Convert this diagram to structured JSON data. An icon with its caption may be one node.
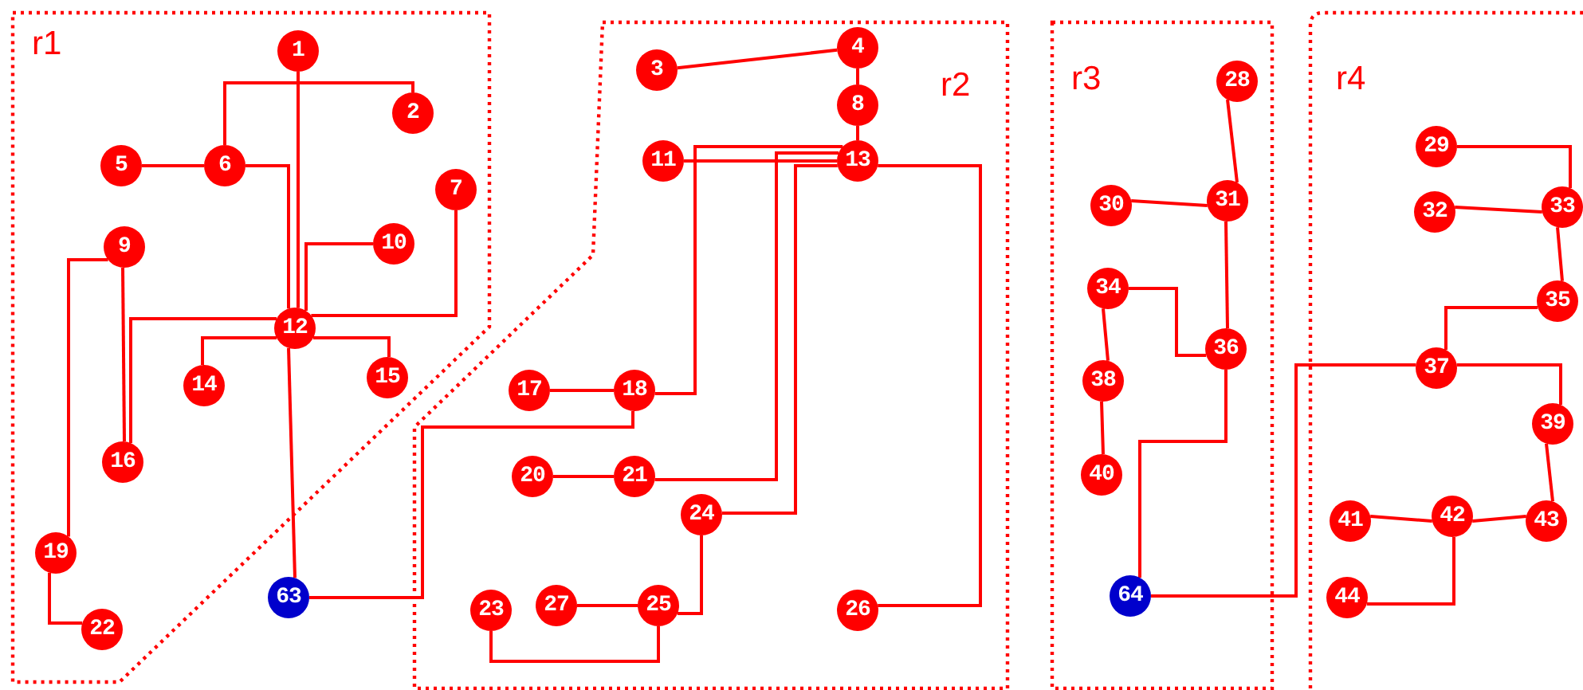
{
  "diagram": {
    "nodes": [
      {
        "text": [
          "r1"
        ]
      },
      {
        "text": [
          "r2"
        ]
      },
      {
        "text": [
          "r3"
        ]
      },
      {
        "text": [
          "r4"
        ]
      },
      {
        "text": [
          "1"
        ],
        "in": 0
      },
      {
        "text": [
          "2"
        ],
        "in": 0
      },
      {
        "text": [
          "3"
        ],
        "in": 1
      },
      {
        "text": [
          "4"
        ],
        "in": 1
      },
      {
        "text": [
          "5"
        ],
        "in": 0
      },
      {
        "text": [
          "6"
        ],
        "in": 0
      },
      {
        "text": [
          "7"
        ],
        "in": 0
      },
      {
        "text": [
          "8"
        ],
        "in": 1
      },
      {
        "text": [
          "9"
        ],
        "in": 0
      },
      {
        "text": [
          "10"
        ],
        "in": 0
      },
      {
        "text": [
          "11"
        ],
        "in": 1
      },
      {
        "text": [
          "12"
        ],
        "in": 0
      },
      {
        "text": [
          "13"
        ],
        "in": 1
      },
      {
        "text": [
          "14"
        ],
        "in": 0
      },
      {
        "text": [
          "15"
        ],
        "in": 0
      },
      {
        "text": [
          "16"
        ],
        "in": 0
      },
      {
        "text": [
          "17"
        ],
        "in": 1
      },
      {
        "text": [
          "18"
        ],
        "in": 1
      },
      {
        "text": [
          "19"
        ],
        "in": 0
      },
      {
        "text": [
          "20"
        ],
        "in": 1
      },
      {
        "text": [
          "21"
        ],
        "in": 1
      },
      {
        "text": [
          "22"
        ],
        "in": 0
      },
      {
        "text": [
          "23"
        ],
        "in": 1
      },
      {
        "text": [
          "24"
        ],
        "in": 1
      },
      {
        "text": [
          "25"
        ],
        "in": 1
      },
      {
        "text": [
          "26"
        ],
        "in": 1
      },
      {
        "text": [
          "27"
        ],
        "in": 1
      },
      {
        "text": [
          "28"
        ],
        "in": 2
      },
      {
        "text": [
          "29"
        ],
        "in": 3
      },
      {
        "text": [
          "30"
        ],
        "in": 2
      },
      {
        "text": [
          "31"
        ],
        "in": 2
      },
      {
        "text": [
          "32"
        ],
        "in": 3
      },
      {
        "text": [
          "33"
        ],
        "in": 3
      },
      {
        "text": [
          "34"
        ],
        "in": 2
      },
      {
        "text": [
          "35"
        ],
        "in": 3
      },
      {
        "text": [
          "36"
        ],
        "in": 2
      },
      {
        "text": [
          "37"
        ],
        "in": 3
      },
      {
        "text": [
          "38"
        ],
        "in": 2
      },
      {
        "text": [
          "39"
        ],
        "in": 3
      },
      {
        "text": [
          "40"
        ],
        "in": 2
      },
      {
        "text": [
          "41"
        ],
        "in": 3
      },
      {
        "text": [
          "42"
        ],
        "in": 3
      },
      {
        "text": [
          "43"
        ],
        "in": 3
      },
      {
        "text": [
          "44"
        ],
        "in": 3
      },
      {
        "text": [
          "63"
        ]
      },
      {
        "text": [
          "64"
        ],
        "in": 2
      }
    ],
    "edges": [
      {
        "from": 4,
        "to": 15,
        "arrow": "none"
      },
      {
        "from": 9,
        "to": 5,
        "arrow": "none"
      },
      {
        "from": 8,
        "to": 9,
        "arrow": "none"
      },
      {
        "from": 9,
        "to": 15,
        "arrow": "none"
      },
      {
        "from": 13,
        "to": 15,
        "arrow": "none"
      },
      {
        "from": 10,
        "to": 15,
        "arrow": "none"
      },
      {
        "from": 15,
        "to": 19,
        "arrow": "none"
      },
      {
        "from": 12,
        "to": 19,
        "arrow": "none"
      },
      {
        "from": 12,
        "to": 22,
        "arrow": "none"
      },
      {
        "from": 22,
        "to": 25,
        "arrow": "none"
      },
      {
        "from": 15,
        "to": 17,
        "arrow": "none"
      },
      {
        "from": 15,
        "to": 18,
        "arrow": "none"
      },
      {
        "from": 15,
        "to": 48,
        "arrow": "none"
      },
      {
        "from": 48,
        "to": 21,
        "arrow": "none"
      },
      {
        "from": 6,
        "to": 7,
        "arrow": "none"
      },
      {
        "from": 7,
        "to": 11,
        "arrow": "none"
      },
      {
        "from": 11,
        "to": 16,
        "arrow": "none"
      },
      {
        "from": 14,
        "to": 16,
        "arrow": "none"
      },
      {
        "from": 21,
        "to": 16,
        "arrow": "none"
      },
      {
        "from": 24,
        "to": 16,
        "arrow": "none"
      },
      {
        "from": 27,
        "to": 16,
        "arrow": "none"
      },
      {
        "from": 16,
        "to": 29,
        "arrow": "none"
      },
      {
        "from": 20,
        "to": 21,
        "arrow": "none"
      },
      {
        "from": 23,
        "to": 24,
        "arrow": "none"
      },
      {
        "from": 27,
        "to": 28,
        "arrow": "none"
      },
      {
        "from": 30,
        "to": 28,
        "arrow": "none"
      },
      {
        "from": 26,
        "to": 28,
        "arrow": "none"
      },
      {
        "from": 31,
        "to": 34,
        "arrow": "none"
      },
      {
        "from": 33,
        "to": 34,
        "arrow": "none"
      },
      {
        "from": 34,
        "to": 39,
        "arrow": "none"
      },
      {
        "from": 37,
        "to": 39,
        "arrow": "none"
      },
      {
        "from": 37,
        "to": 41,
        "arrow": "none"
      },
      {
        "from": 41,
        "to": 43,
        "arrow": "none"
      },
      {
        "from": 39,
        "to": 49,
        "arrow": "none"
      },
      {
        "from": 49,
        "to": 40,
        "arrow": "none"
      },
      {
        "from": 32,
        "to": 36,
        "arrow": "none"
      },
      {
        "from": 35,
        "to": 36,
        "arrow": "none"
      },
      {
        "from": 36,
        "to": 38,
        "arrow": "none"
      },
      {
        "from": 38,
        "to": 40,
        "arrow": "none"
      },
      {
        "from": 40,
        "to": 42,
        "arrow": "none"
      },
      {
        "from": 42,
        "to": 46,
        "arrow": "none"
      },
      {
        "from": 44,
        "to": 45,
        "arrow": "none"
      },
      {
        "from": 45,
        "to": 46,
        "arrow": "none"
      },
      {
        "from": 45,
        "to": 47,
        "arrow": "none"
      }
    ]
  }
}
